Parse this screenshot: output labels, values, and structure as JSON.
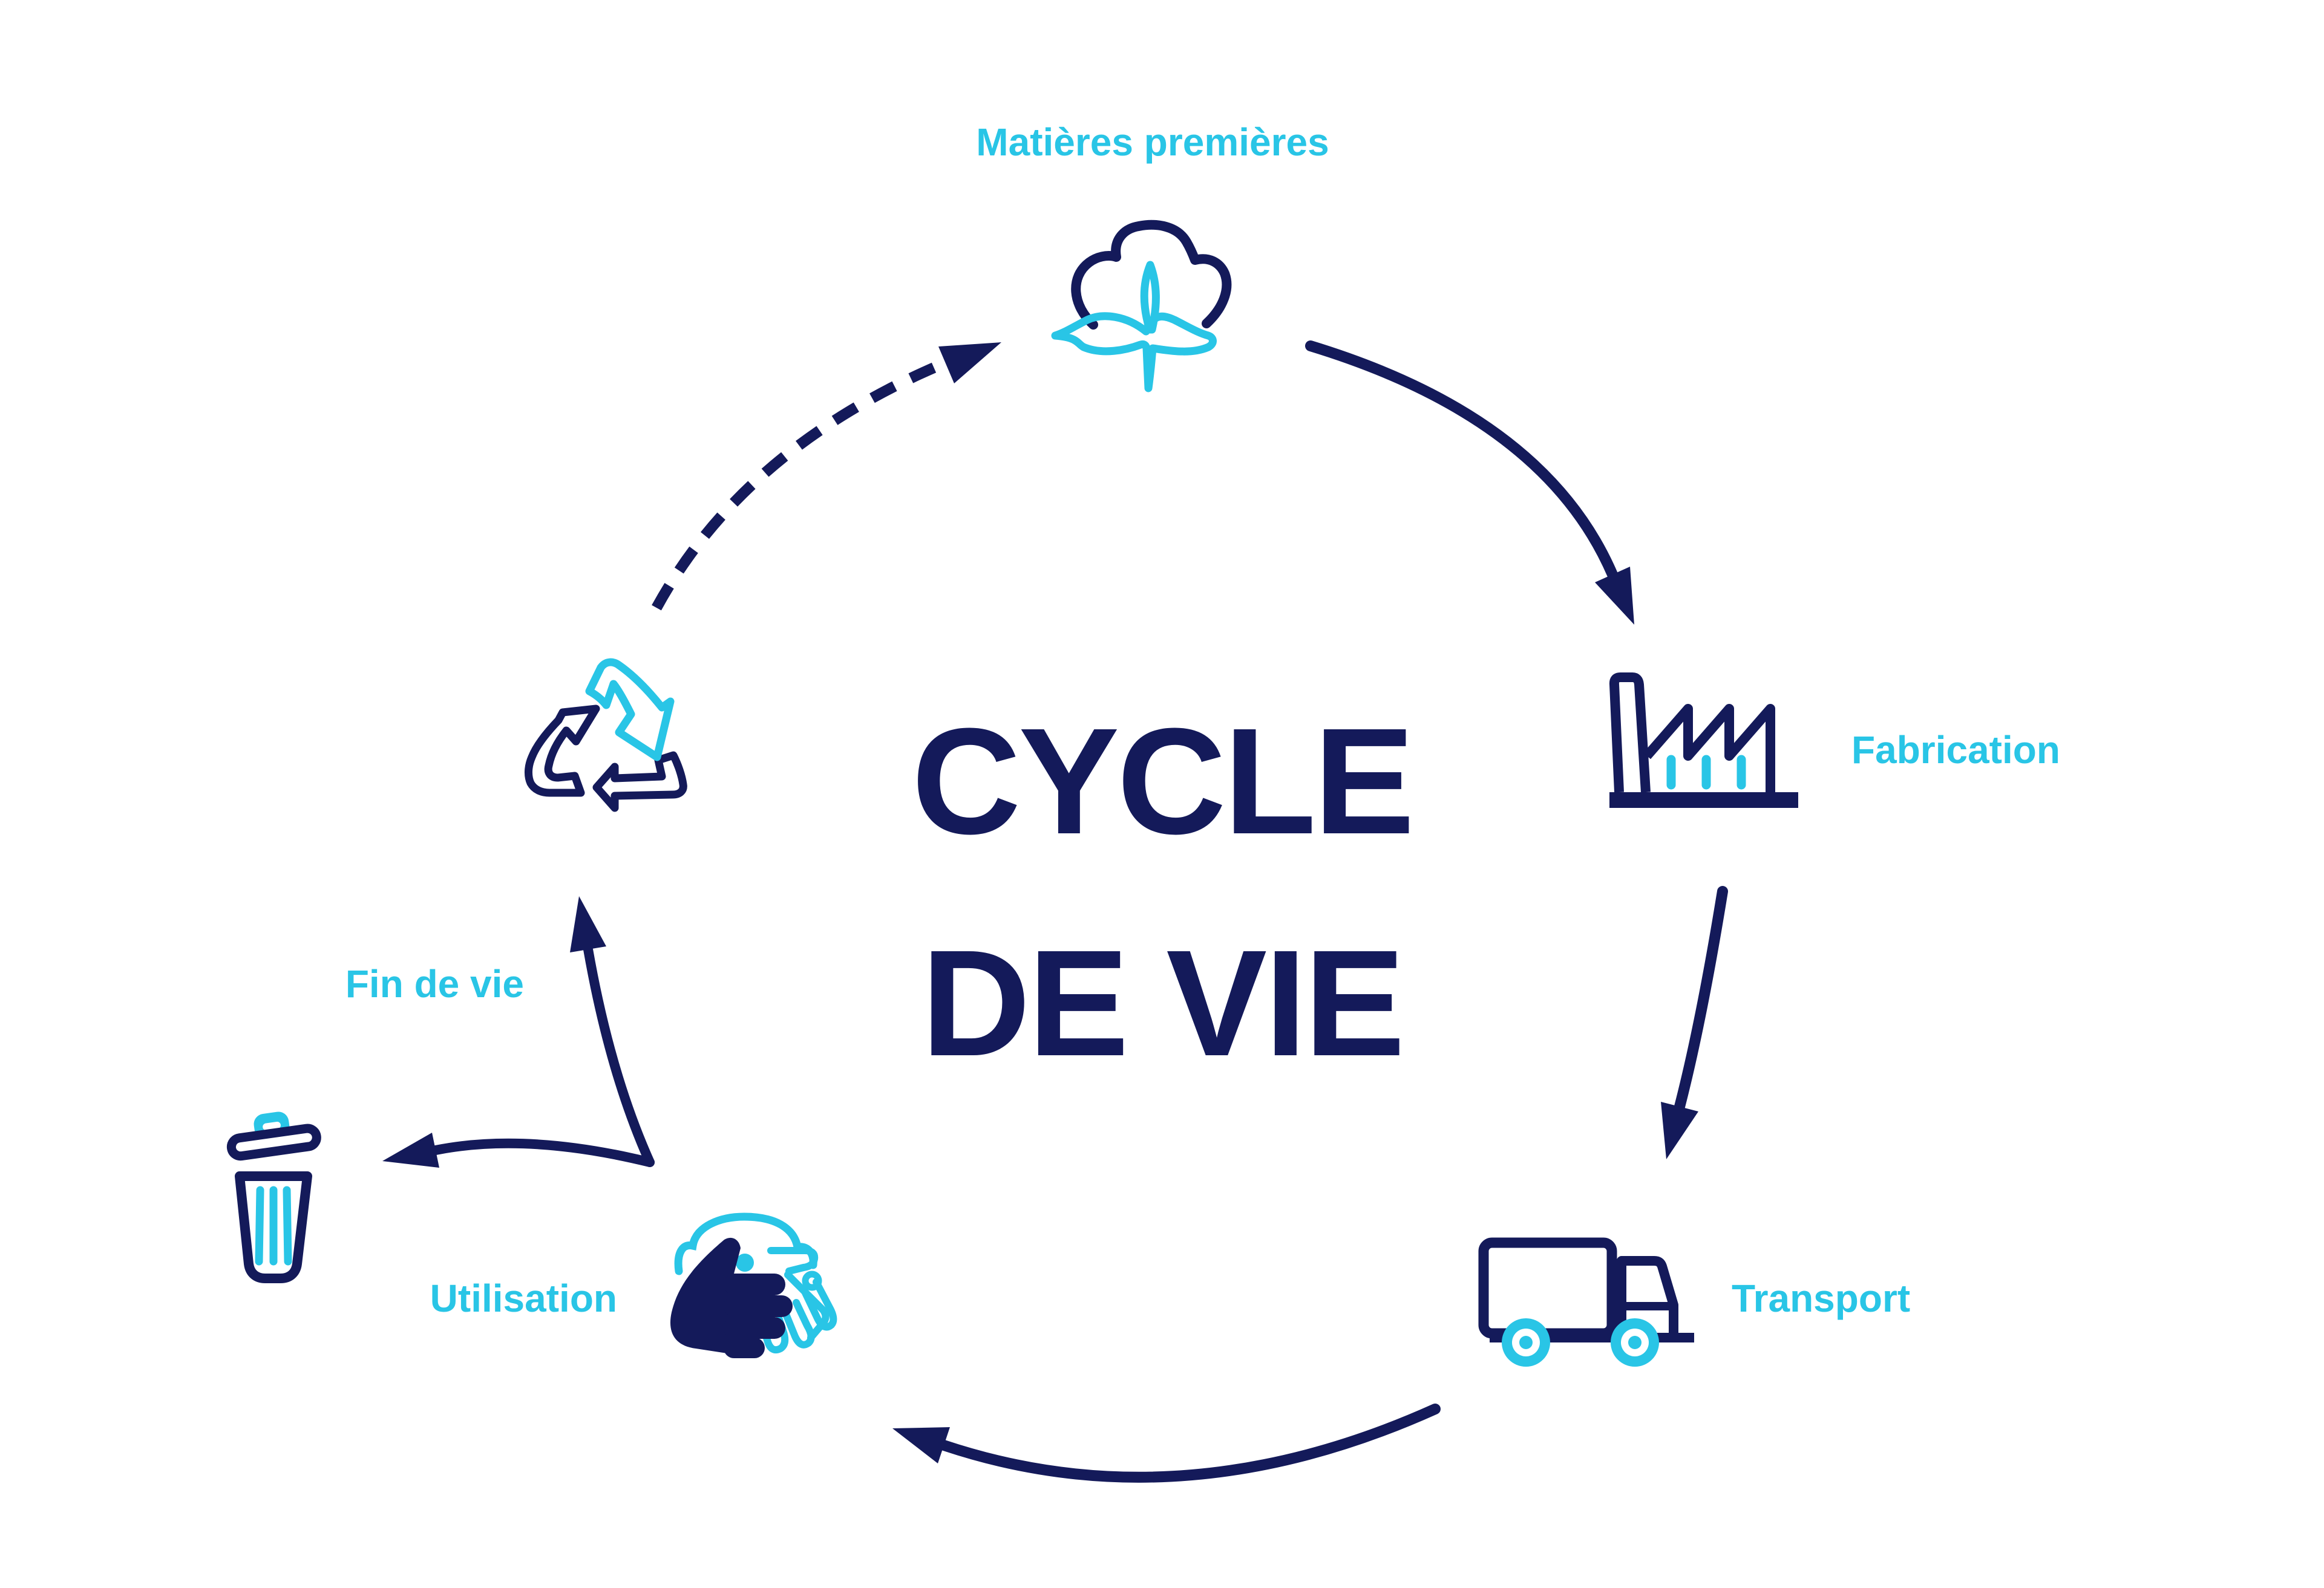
{
  "title": {
    "line1": "CYCLE",
    "line2": "DE VIE"
  },
  "colors": {
    "navy": "#141a5a",
    "cyan": "#29c5e6",
    "background": "#ffffff"
  },
  "stages": [
    {
      "id": "matieres-premieres",
      "label": "Matières premières",
      "icon": "cotton-flower-icon",
      "position": "top"
    },
    {
      "id": "fabrication",
      "label": "Fabrication",
      "icon": "factory-icon",
      "position": "right-upper"
    },
    {
      "id": "transport",
      "label": "Transport",
      "icon": "truck-icon",
      "position": "right-lower"
    },
    {
      "id": "utilisation",
      "label": "Utilisation",
      "icon": "hand-washing-icon",
      "position": "bottom-left"
    },
    {
      "id": "fin-de-vie",
      "label": "Fin de vie",
      "icon": "trash-bin-icon",
      "position": "left"
    },
    {
      "id": "recyclage",
      "label": "",
      "icon": "recycle-arrows-icon",
      "position": "upper-left"
    }
  ],
  "connections": [
    {
      "from": "matieres-premieres",
      "to": "fabrication",
      "style": "solid"
    },
    {
      "from": "fabrication",
      "to": "transport",
      "style": "solid"
    },
    {
      "from": "transport",
      "to": "utilisation",
      "style": "solid"
    },
    {
      "from": "utilisation",
      "to": "fin-de-vie",
      "style": "solid-branch"
    },
    {
      "from": "utilisation",
      "to": "recyclage",
      "style": "solid-branch"
    },
    {
      "from": "recyclage",
      "to": "matieres-premieres",
      "style": "dashed"
    }
  ]
}
